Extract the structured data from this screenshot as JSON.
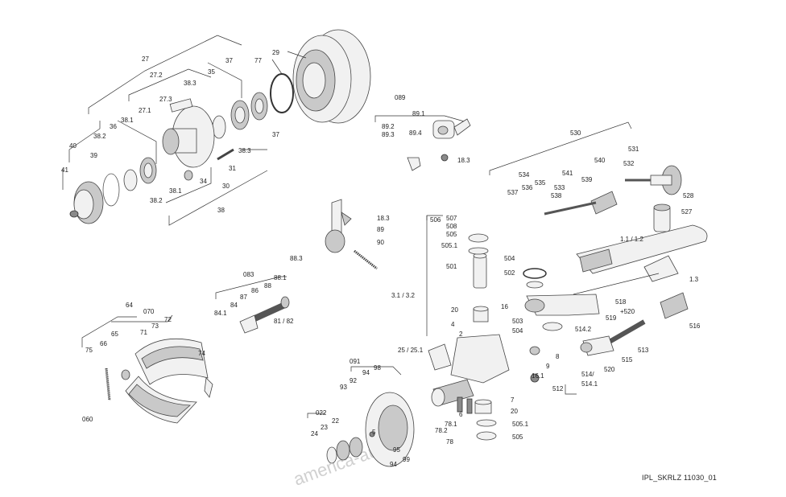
{
  "drawing_ref": "IPL_SKRLZ 11030_01",
  "watermark": "america-auto.ru",
  "labels": {
    "l27": "27",
    "l27_2": "27.2",
    "l27_3": "27.3",
    "l27_1": "27.1",
    "l29": "29",
    "l77": "77",
    "l37a": "37",
    "l35": "35",
    "l38_3a": "38.3",
    "l36": "36",
    "l38_1a": "38.1",
    "l38_2a": "38.2",
    "l40": "40",
    "l39": "39",
    "l41": "41",
    "l38_3b": "38.3",
    "l37b": "37",
    "l31": "31",
    "l34": "34",
    "l30": "30",
    "l38_1b": "38.1",
    "l38_2b": "38.2",
    "l38": "38",
    "l089": "089",
    "l89_1": "89.1",
    "l89_2": "89.2",
    "l89_3": "89.3",
    "l89_4": "89.4",
    "l18_3a": "18.3",
    "l18_3b": "18.3",
    "l89": "89",
    "l90": "90",
    "l88_3": "88.3",
    "l083": "083",
    "l88_1": "88.1",
    "l86": "86",
    "l87": "87",
    "l88": "88",
    "l84": "84",
    "l84_1": "84.1",
    "l81_82": "81 / 82",
    "l64": "64",
    "l070": "070",
    "l72": "72",
    "l73": "73",
    "l71": "71",
    "l65": "65",
    "l66": "66",
    "l75": "75",
    "l74": "74",
    "l060": "060",
    "l530": "530",
    "l531": "531",
    "l532": "532",
    "l528": "528",
    "l527": "527",
    "l534": "534",
    "l535": "535",
    "l541": "541",
    "l539": "539",
    "l540": "540",
    "l537": "537",
    "l536": "536",
    "l533": "533",
    "l538": "538",
    "l506": "506",
    "l507": "507",
    "l508": "508",
    "l505a": "505",
    "l505_1a": "505.1",
    "l501": "501",
    "l3_1_3_2": "3.1 / 3.2",
    "l20a": "20",
    "l16": "16",
    "l4": "4",
    "l2": "2",
    "l25_25_1": "25 / 25.1",
    "l504a": "504",
    "l502": "502",
    "l1_1_1_2": "1.1 / 1.2",
    "l1_3": "1.3",
    "l518": "518",
    "l520p": "+520",
    "l519": "519",
    "l516": "516",
    "l503": "503",
    "l504b": "504",
    "l514_2": "514.2",
    "l513": "513",
    "l8": "8",
    "l9": "9",
    "l515": "515",
    "l520": "520",
    "l514": "514/",
    "l514_1": "514.1",
    "l512": "512",
    "l16_1": "16.1",
    "l7": "7",
    "l20b": "20",
    "l505_1b": "505.1",
    "l505b": "505",
    "l091": "091",
    "l94a": "94",
    "l98": "98",
    "l92": "92",
    "l93": "93",
    "l78_1": "78.1",
    "l6": "6",
    "l78_2": "78.2",
    "l78": "78",
    "l95": "95",
    "l99": "99",
    "l94b": "94",
    "l022": "022",
    "l22": "22",
    "l23": "23",
    "l24": "24",
    "l5": "5"
  }
}
